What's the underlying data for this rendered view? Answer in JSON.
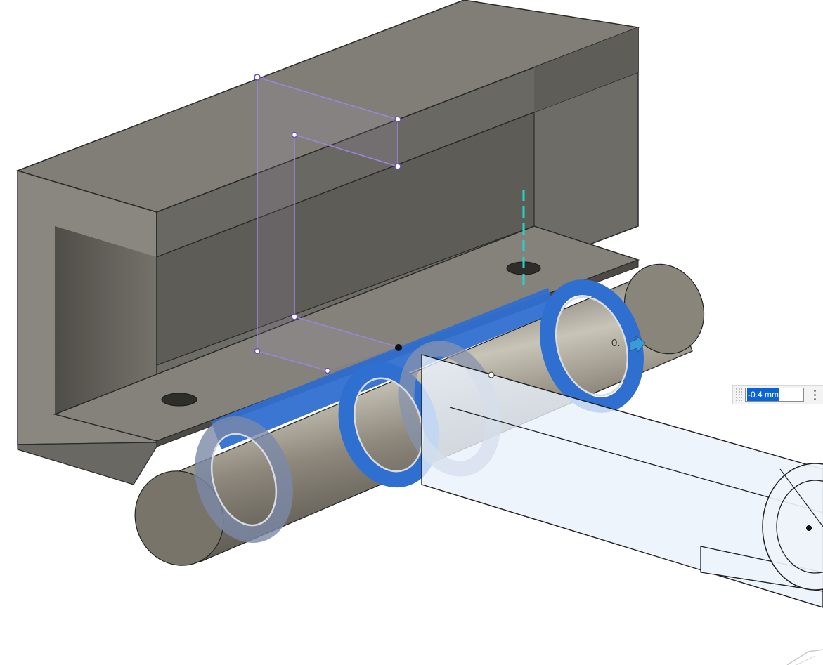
{
  "viewport": {
    "model": "hinge-bracket",
    "background": "#ffffff",
    "body_color": "#7c7a72",
    "selection_color": "#2f6fd0",
    "sketch_color": "#9d85d8",
    "axis_color": "#26d4c8"
  },
  "dimension_input": {
    "value": "-0.4 mm",
    "icons": {
      "grip": "drag-grip-icon",
      "menu": "more-options-icon"
    }
  },
  "manipulator": {
    "label": "0.",
    "icon": "move-arrow-icon"
  }
}
